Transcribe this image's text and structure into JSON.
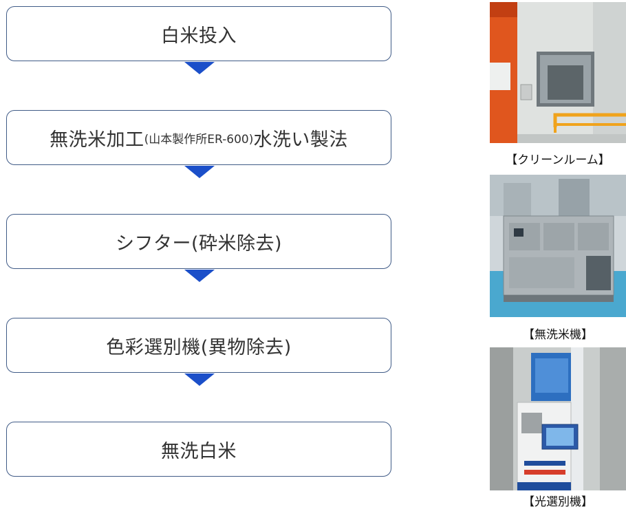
{
  "steps": [
    {
      "label": "白米投入"
    },
    {
      "label_pre": "無洗米加工",
      "label_small": "(山本製作所ER-600)",
      "label_post": "水洗い製法"
    },
    {
      "label": "シフター(砕米除去)"
    },
    {
      "label": "色彩選別機(異物除去)"
    },
    {
      "label": "無洗白米"
    }
  ],
  "photos": [
    {
      "caption": "【クリーンルーム】"
    },
    {
      "caption": "【無洗米機】"
    },
    {
      "caption": "【光選別機】"
    }
  ],
  "colors": {
    "box_border": "#3f5a86",
    "arrow": "#1b4fc9"
  }
}
